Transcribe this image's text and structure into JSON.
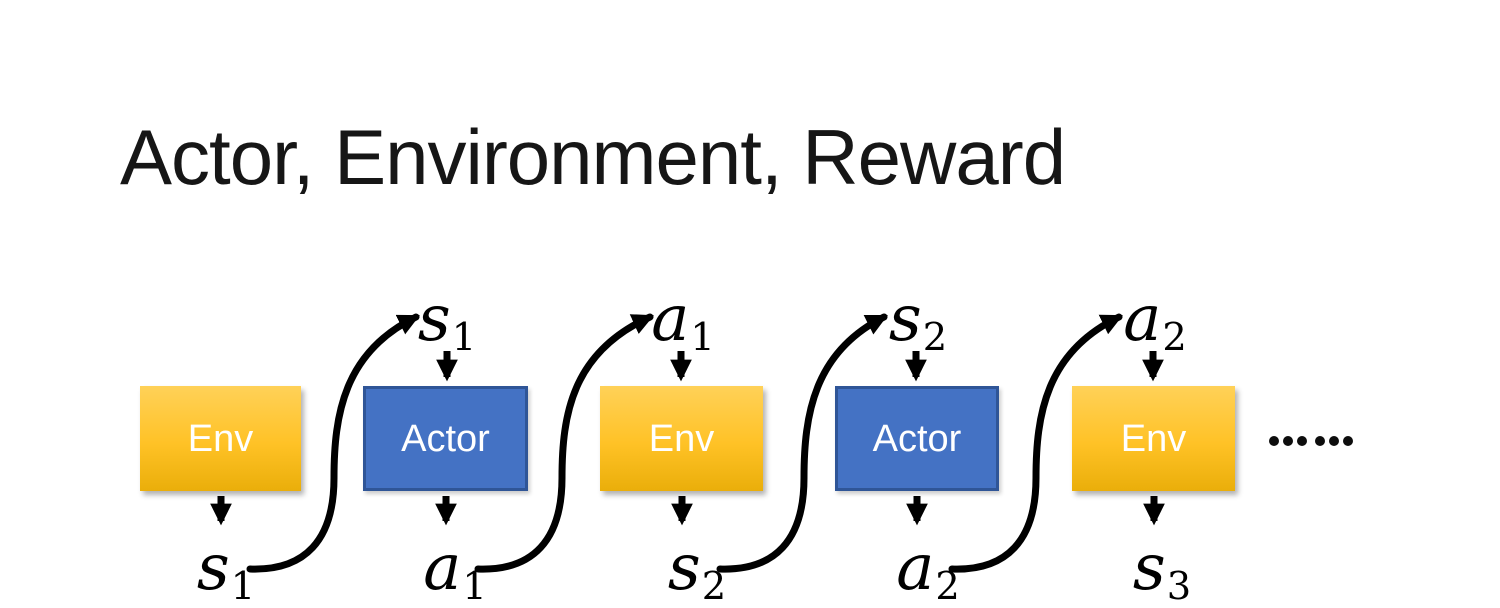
{
  "title": "Actor, Environment, Reward",
  "boxes": [
    {
      "label": "Env",
      "type": "env"
    },
    {
      "label": "Actor",
      "type": "actor"
    },
    {
      "label": "Env",
      "type": "env"
    },
    {
      "label": "Actor",
      "type": "actor"
    },
    {
      "label": "Env",
      "type": "env"
    }
  ],
  "top_labels": [
    {
      "base": "s",
      "sub": "1"
    },
    {
      "base": "a",
      "sub": "1"
    },
    {
      "base": "s",
      "sub": "2"
    },
    {
      "base": "a",
      "sub": "2"
    }
  ],
  "bottom_labels": [
    {
      "base": "s",
      "sub": "1"
    },
    {
      "base": "a",
      "sub": "1"
    },
    {
      "base": "s",
      "sub": "2"
    },
    {
      "base": "a",
      "sub": "2"
    },
    {
      "base": "s",
      "sub": "3"
    }
  ],
  "ellipsis_text": "……",
  "colors": {
    "env_gradient_top": "#FFD158",
    "env_gradient_bottom": "#EAAE0A",
    "actor_fill": "#4472C4",
    "actor_border": "#2F5597",
    "arrow": "#000000",
    "title_text": "#161616",
    "box_text": "#FFFFFF"
  }
}
